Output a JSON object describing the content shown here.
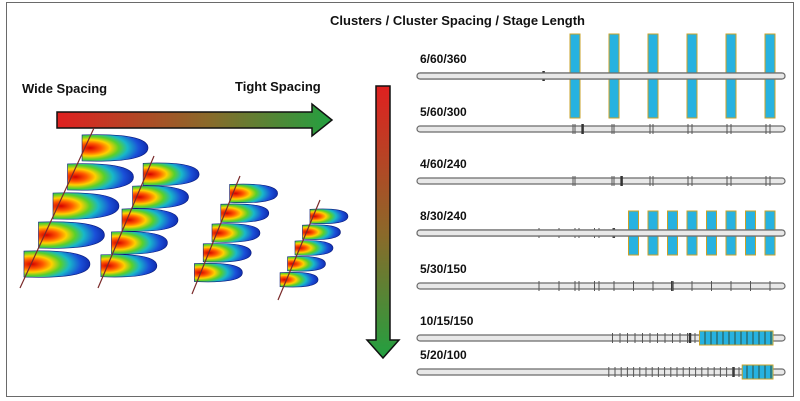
{
  "title": "Clusters / Cluster Spacing / Stage Length",
  "spacing_arrow": {
    "left_label": "Wide Spacing",
    "right_label": "Tight Spacing"
  },
  "colors": {
    "cluster_fill": "#27b2e0",
    "cluster_border": "#c9a227",
    "pipe_fill": "#e8e8e8",
    "pipe_stroke": "#6b6b6b",
    "arrow_start": "#e02020",
    "arrow_end": "#22a040"
  },
  "stages": [
    {
      "label": "6/60/360",
      "clusters": 6,
      "spacing_ft": 60,
      "length_ft": 360
    },
    {
      "label": "5/60/300",
      "clusters": 5,
      "spacing_ft": 60,
      "length_ft": 300
    },
    {
      "label": "4/60/240",
      "clusters": 4,
      "spacing_ft": 60,
      "length_ft": 240
    },
    {
      "label": "8/30/240",
      "clusters": 8,
      "spacing_ft": 30,
      "length_ft": 240
    },
    {
      "label": "5/30/150",
      "clusters": 5,
      "spacing_ft": 30,
      "length_ft": 150
    },
    {
      "label": "10/15/150",
      "clusters": 10,
      "spacing_ft": 15,
      "length_ft": 150
    },
    {
      "label": "5/20/100",
      "clusters": 5,
      "spacing_ft": 20,
      "length_ft": 100
    }
  ],
  "frac_groups": [
    {
      "name": "wide-spacing-fracs",
      "count": 5
    },
    {
      "name": "medium-spacing-fracs",
      "count": 5
    },
    {
      "name": "close-spacing-fracs",
      "count": 5
    },
    {
      "name": "tight-spacing-fracs",
      "count": 5
    }
  ]
}
